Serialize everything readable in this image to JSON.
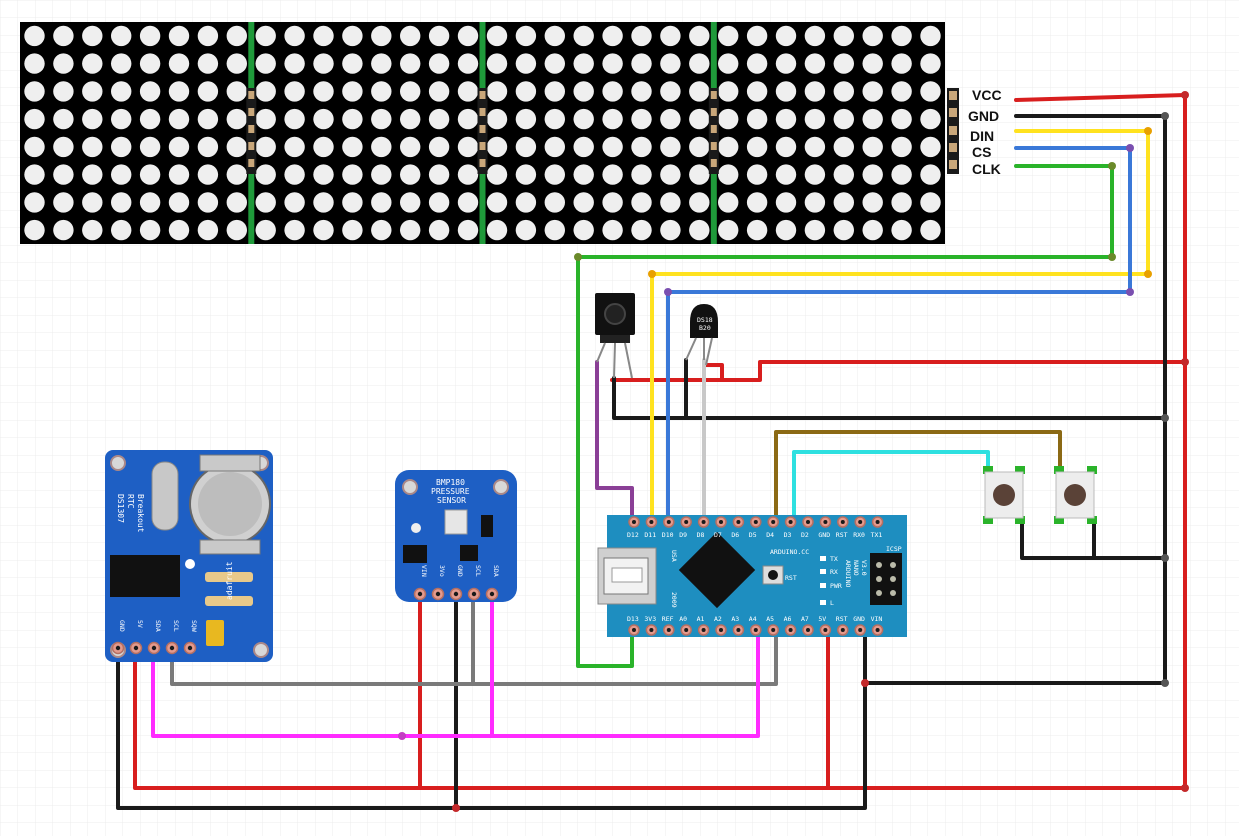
{
  "matrix": {
    "modules": 4,
    "rows": 8,
    "cols": 8,
    "pin_labels": [
      "VCC",
      "GND",
      "DIN",
      "CS",
      "CLK"
    ],
    "frame_color": "#000000",
    "led_color": "#efefef",
    "divider_color": "#1f9a3a"
  },
  "wire_colors": {
    "vcc": "#d81e1e",
    "gnd": "#1a1a1a",
    "din": "#ffe21f",
    "cs": "#3a78d8",
    "clk": "#2ab32a",
    "i2c_scl": "#7a7a7a",
    "i2c_sda": "#ff2bff",
    "ir": "#8a3f96",
    "button1": "#8b6914",
    "button2": "#2ee0e0",
    "sensor_data": "#c8c8c8"
  },
  "ir_receiver": {
    "name": "ir-receiver"
  },
  "temp_sensor": {
    "label_line1": "DS18",
    "label_line2": "B20"
  },
  "rtc": {
    "board_color": "#1e5fc4",
    "title_line1": "DS1307",
    "title_line2": "RTC",
    "title_line3": "Breakout",
    "brand": "adafruit",
    "pins": [
      "GND",
      "5V",
      "SDA",
      "SCL",
      "SQW"
    ]
  },
  "bmp": {
    "board_color": "#1e5fc4",
    "title_line1": "BMP180",
    "title_line2": "PRESSURE",
    "title_line3": "SENSOR",
    "pins": [
      "VIN",
      "3Vo",
      "GND",
      "SCL",
      "SDA"
    ]
  },
  "arduino": {
    "board_color": "#1e8ec0",
    "top_pins": [
      "D12",
      "D11",
      "D10",
      "D9",
      "D8",
      "D7",
      "D6",
      "D5",
      "D4",
      "D3",
      "D2",
      "GND",
      "RST",
      "RX0",
      "TX1"
    ],
    "bottom_pins": [
      "D13",
      "3V3",
      "REF",
      "A0",
      "A1",
      "A2",
      "A3",
      "A4",
      "A5",
      "A6",
      "A7",
      "5V",
      "RST",
      "GND",
      "VIN"
    ],
    "brand": "ARDUINO.CC",
    "model_line1": "ARDUINO",
    "model_line2": "NANO",
    "model_line3": "V3.0",
    "usa": "USA",
    "year": "2009",
    "icsp": "ICSP",
    "rst_label": "RST",
    "led_labels": [
      "TX",
      "RX",
      "PWR",
      "L"
    ]
  },
  "buttons": [
    {
      "name": "button-1"
    },
    {
      "name": "button-2"
    }
  ]
}
